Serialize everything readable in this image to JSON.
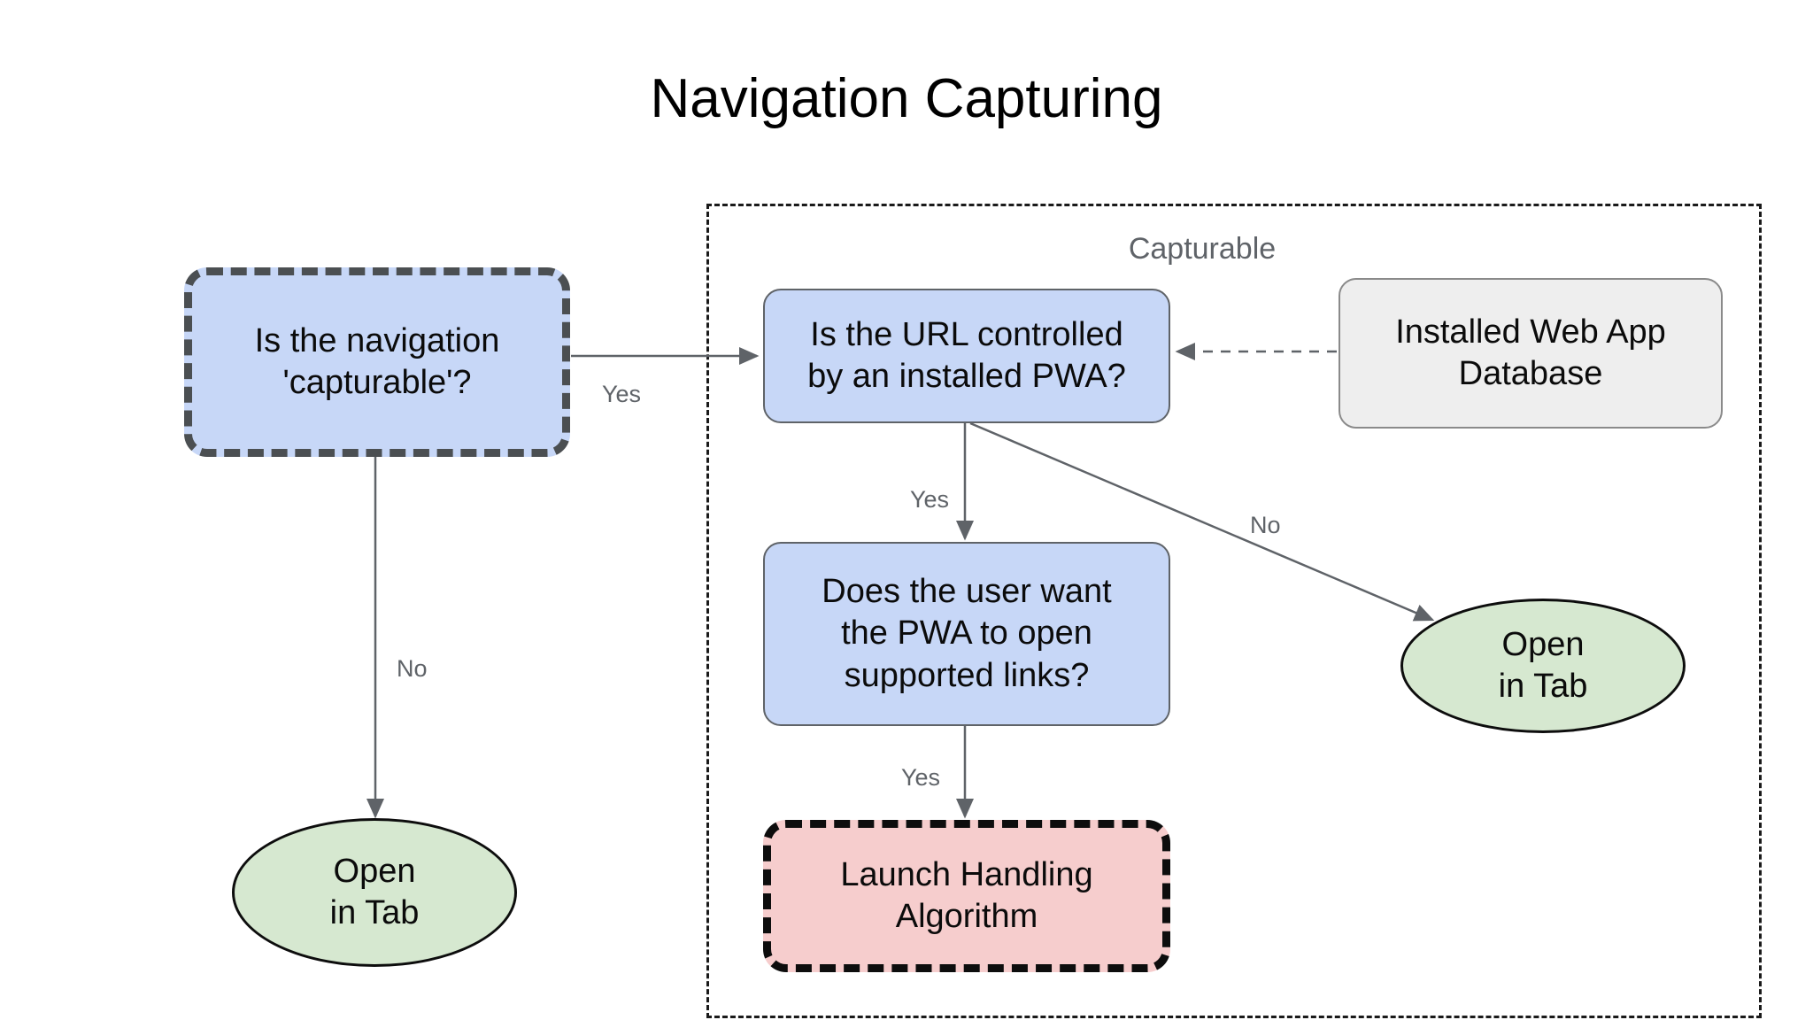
{
  "diagram": {
    "title": "Navigation Capturing",
    "groups": [
      {
        "label": "Capturable"
      }
    ],
    "nodes": [
      {
        "id": "capturable-check",
        "label": "Is the navigation\n'capturable'?",
        "shape": "rounded-rect",
        "style": "blue-dashed"
      },
      {
        "id": "url-controlled-check",
        "label": "Is the URL controlled\nby an installed PWA?",
        "shape": "rounded-rect",
        "style": "blue"
      },
      {
        "id": "installed-web-app-database",
        "label": "Installed Web App\nDatabase",
        "shape": "rounded-rect",
        "style": "gray"
      },
      {
        "id": "user-wants-pwa-check",
        "label": "Does the user want\nthe PWA to open\nsupported links?",
        "shape": "rounded-rect",
        "style": "blue"
      },
      {
        "id": "launch-handling-algorithm",
        "label": "Launch Handling\nAlgorithm",
        "shape": "rounded-rect",
        "style": "pink-dashed"
      },
      {
        "id": "open-in-tab-left",
        "label": "Open\nin Tab",
        "shape": "ellipse",
        "style": "green"
      },
      {
        "id": "open-in-tab-right",
        "label": "Open\nin Tab",
        "shape": "ellipse",
        "style": "green"
      }
    ],
    "edges": [
      {
        "id": "capturable-to-url",
        "label": "Yes",
        "from": "capturable-check",
        "to": "url-controlled-check",
        "style": "solid"
      },
      {
        "id": "capturable-to-open-tab",
        "label": "No",
        "from": "capturable-check",
        "to": "open-in-tab-left",
        "style": "solid"
      },
      {
        "id": "url-to-user-wants",
        "label": "Yes",
        "from": "url-controlled-check",
        "to": "user-wants-pwa-check",
        "style": "solid"
      },
      {
        "id": "url-to-open-tab",
        "label": "No",
        "from": "url-controlled-check",
        "to": "open-in-tab-right",
        "style": "solid"
      },
      {
        "id": "user-wants-to-launch",
        "label": "Yes",
        "from": "user-wants-pwa-check",
        "to": "launch-handling-algorithm",
        "style": "solid"
      },
      {
        "id": "database-to-url",
        "label": "",
        "from": "installed-web-app-database",
        "to": "url-controlled-check",
        "style": "dashed"
      }
    ],
    "colors": {
      "blue_fill": "#c7d7f7",
      "gray_fill": "#eeeeee",
      "pink_fill": "#f6cdcd",
      "green_fill": "#d6e8d0",
      "edge_stroke": "#5f6368",
      "label_text": "#5f6368",
      "title_text": "#000000"
    }
  }
}
